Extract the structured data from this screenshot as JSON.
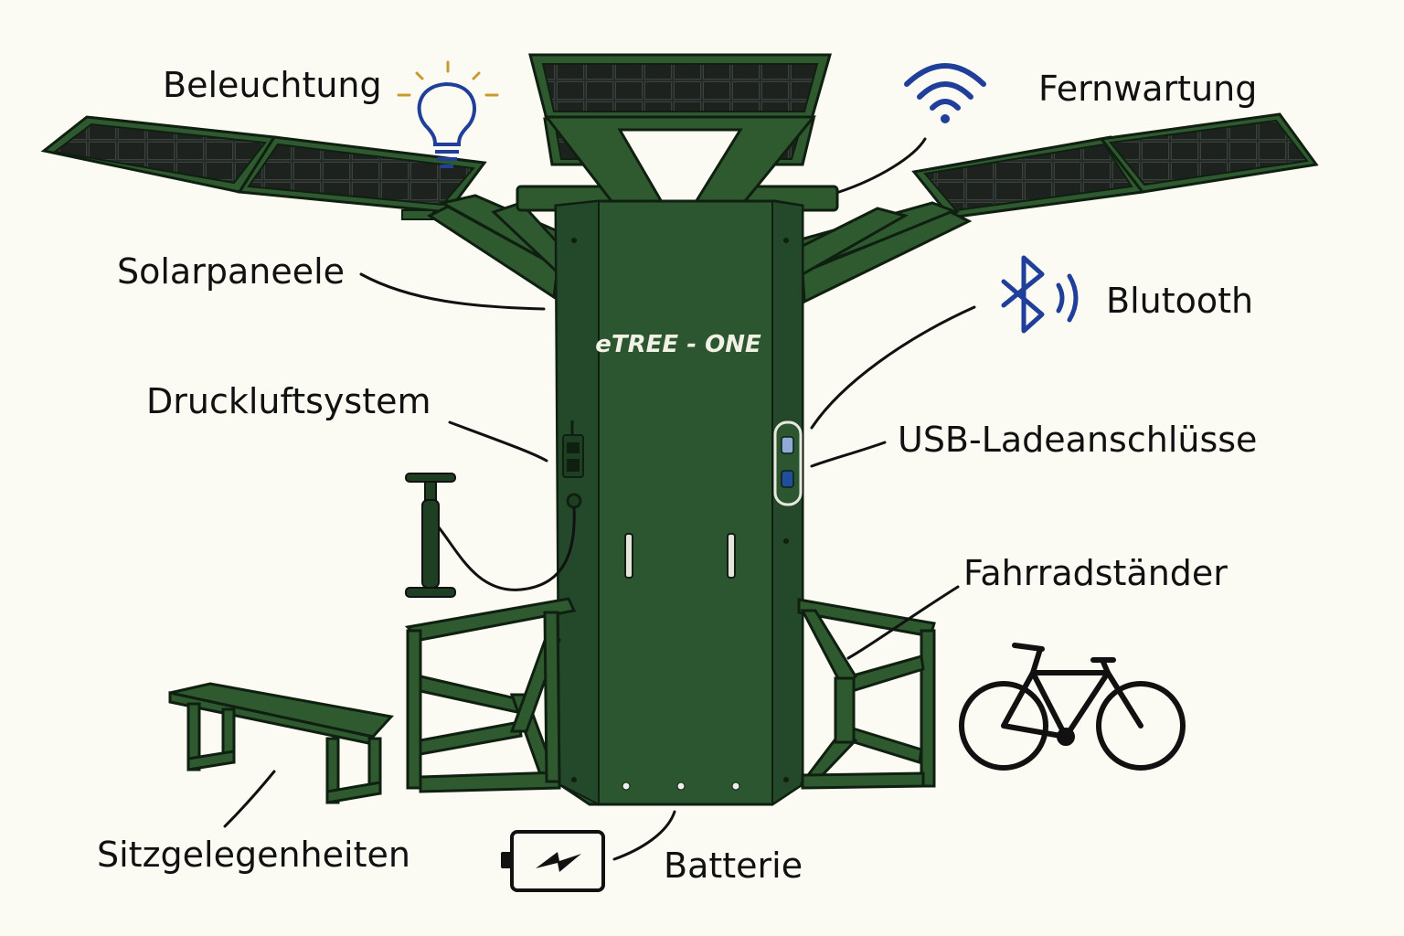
{
  "device_name": "eTREE - ONE",
  "labels": {
    "lighting": "Beleuchtung",
    "remote": "Fernwartung",
    "solar": "Solarpaneele",
    "bluetooth": "Blutooth",
    "air": "Druckluftsystem",
    "usb": "USB-Ladeanschlüsse",
    "bike_rack": "Fahrradständer",
    "seating": "Sitzgelegenheiten",
    "battery": "Batterie"
  },
  "colors": {
    "frame": "#2f5a30",
    "frame_dark": "#1f3f22",
    "frame_edge": "#0f1f10",
    "panel": "#242a26",
    "icon_blue": "#1f3f9a",
    "bulb_ray": "#c99a2e",
    "background": "#fbfaf3"
  },
  "icons": [
    "light-bulb-icon",
    "wifi-icon",
    "bluetooth-icon",
    "air-pump-icon",
    "bicycle-icon",
    "battery-icon",
    "bench-icon"
  ]
}
